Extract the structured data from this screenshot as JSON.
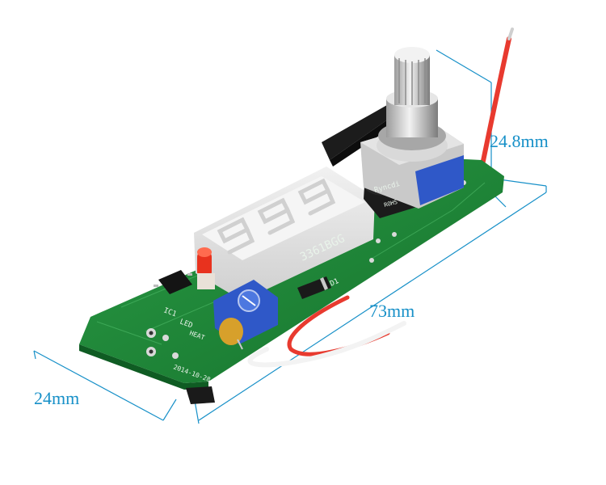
{
  "dimensions": {
    "height": "24.8mm",
    "length": "73mm",
    "width": "24mm"
  },
  "display": {
    "part_number": "3361BGG"
  },
  "silkscreen": {
    "ic_label": "IC1",
    "led_label": "LED",
    "heat_label": "HEAT",
    "diode_label": "D1",
    "date_code": "2014-10-28",
    "brand": "Ryncdi",
    "rohs": "ROHS"
  },
  "colors": {
    "pcb": "#1f8a3a",
    "dimension_line": "#1790c8",
    "display_body": "#e6e6e6",
    "led": "#e8321e",
    "trimmer": "#2f58c8",
    "capacitor": "#d7a02b",
    "wire_red": "#e83a2f"
  }
}
